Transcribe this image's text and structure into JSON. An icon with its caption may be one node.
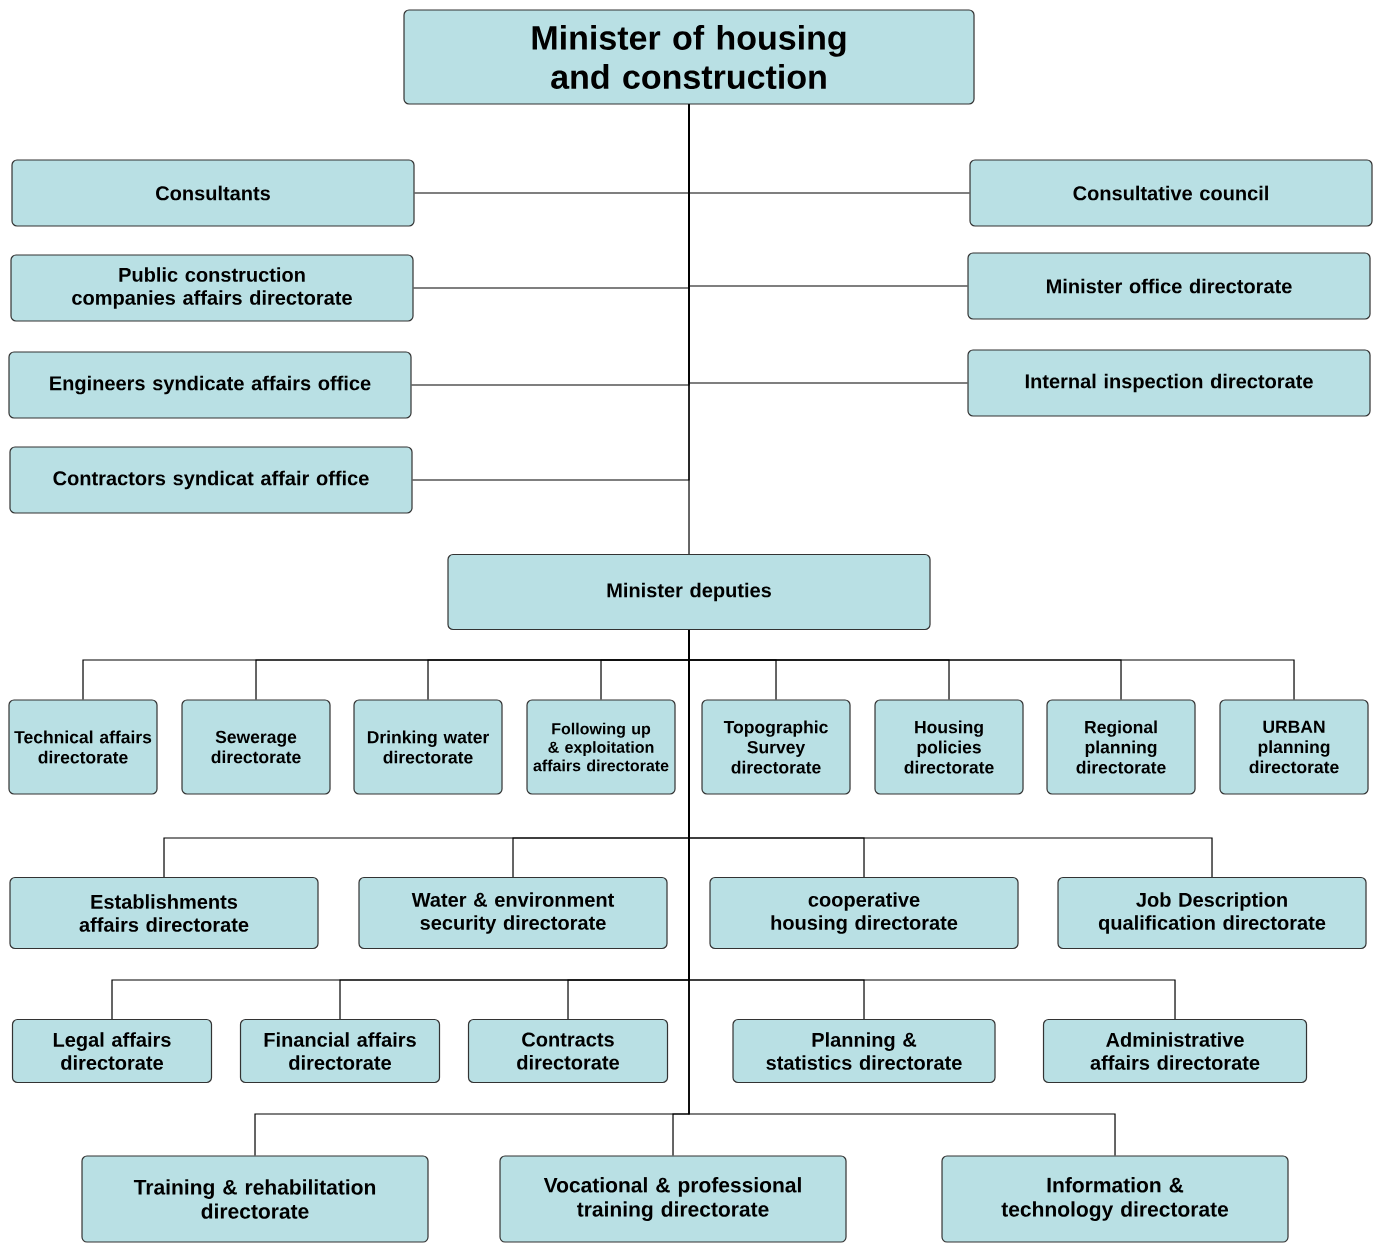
{
  "diagram": {
    "nodes": [
      {
        "text": [
          "Minister of housing and construction"
        ]
      },
      {
        "text": [
          "Consultants"
        ]
      },
      {
        "text": [
          "Consultative council"
        ]
      },
      {
        "text": [
          "Public construction companies affairs directorate"
        ]
      },
      {
        "text": [
          "Minister office directorate"
        ]
      },
      {
        "text": [
          "Engineers syndicate affairs office"
        ]
      },
      {
        "text": [
          "Internal inspection directorate"
        ]
      },
      {
        "text": [
          "Contractors syndicat affair office"
        ]
      },
      {
        "text": [
          "Minister deputies"
        ]
      },
      {
        "text": [
          "Technical affairs directorate"
        ]
      },
      {
        "text": [
          "Sewerage directorate"
        ]
      },
      {
        "text": [
          "Drinking water directorate"
        ]
      },
      {
        "text": [
          "Following up & exploitation affairs directorate"
        ]
      },
      {
        "text": [
          "Topographic Survey directorate"
        ]
      },
      {
        "text": [
          "Housing policies directorate"
        ]
      },
      {
        "text": [
          "Regional planning directorate"
        ]
      },
      {
        "text": [
          "URBAN planning directorate"
        ]
      },
      {
        "text": [
          "Establishments affairs directorate"
        ]
      },
      {
        "text": [
          "Water & environment security directorate"
        ]
      },
      {
        "text": [
          "cooperative housing directorate"
        ]
      },
      {
        "text": [
          "Job Description qualification directorate"
        ]
      },
      {
        "text": [
          "Legal affairs directorate"
        ]
      },
      {
        "text": [
          "Financial affairs directorate"
        ]
      },
      {
        "text": [
          "Contracts directorate"
        ]
      },
      {
        "text": [
          "Planning & statistics directorate"
        ]
      },
      {
        "text": [
          "Administrative affairs directorate"
        ]
      },
      {
        "text": [
          "Training & rehabilitation directorate"
        ]
      },
      {
        "text": [
          "Vocational & professional training directorate"
        ]
      },
      {
        "text": [
          "Information & technology directorate"
        ]
      }
    ],
    "edges": [
      {
        "from": 0,
        "to": 1,
        "arrow": "none"
      },
      {
        "from": 0,
        "to": 2,
        "arrow": "none"
      },
      {
        "from": 0,
        "to": 3,
        "arrow": "none"
      },
      {
        "from": 0,
        "to": 4,
        "arrow": "none"
      },
      {
        "from": 0,
        "to": 5,
        "arrow": "none"
      },
      {
        "from": 0,
        "to": 6,
        "arrow": "none"
      },
      {
        "from": 0,
        "to": 7,
        "arrow": "none"
      },
      {
        "from": 0,
        "to": 8,
        "arrow": "none"
      },
      {
        "from": 8,
        "to": 9,
        "arrow": "none"
      },
      {
        "from": 8,
        "to": 10,
        "arrow": "none"
      },
      {
        "from": 8,
        "to": 11,
        "arrow": "none"
      },
      {
        "from": 8,
        "to": 12,
        "arrow": "none"
      },
      {
        "from": 8,
        "to": 13,
        "arrow": "none"
      },
      {
        "from": 8,
        "to": 14,
        "arrow": "none"
      },
      {
        "from": 8,
        "to": 15,
        "arrow": "none"
      },
      {
        "from": 8,
        "to": 16,
        "arrow": "none"
      },
      {
        "from": 8,
        "to": 17,
        "arrow": "none"
      },
      {
        "from": 8,
        "to": 18,
        "arrow": "none"
      },
      {
        "from": 8,
        "to": 19,
        "arrow": "none"
      },
      {
        "from": 8,
        "to": 20,
        "arrow": "none"
      },
      {
        "from": 8,
        "to": 21,
        "arrow": "none"
      },
      {
        "from": 8,
        "to": 22,
        "arrow": "none"
      },
      {
        "from": 8,
        "to": 23,
        "arrow": "none"
      },
      {
        "from": 8,
        "to": 24,
        "arrow": "none"
      },
      {
        "from": 8,
        "to": 25,
        "arrow": "none"
      },
      {
        "from": 8,
        "to": 26,
        "arrow": "none"
      },
      {
        "from": 8,
        "to": 27,
        "arrow": "none"
      },
      {
        "from": 8,
        "to": 28,
        "arrow": "none"
      }
    ]
  }
}
